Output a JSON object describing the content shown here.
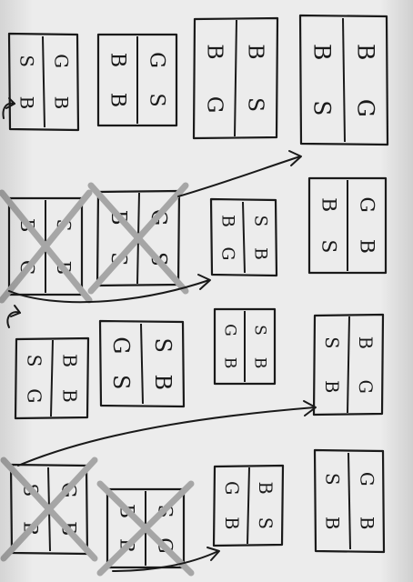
{
  "ink_color": "#1a1a1a",
  "pencil_color": "#a6a6a6",
  "paper_color": "#ececec",
  "rotation_deg": 90,
  "cards": [
    {
      "id": "r0c0",
      "cells": [
        [
          "S",
          "B"
        ],
        [
          "G",
          "B"
        ]
      ],
      "crossed": false
    },
    {
      "id": "r0c1",
      "cells": [
        [
          "B",
          "B"
        ],
        [
          "G",
          "S"
        ]
      ],
      "crossed": false
    },
    {
      "id": "r0c2",
      "cells": [
        [
          "B",
          "G"
        ],
        [
          "B",
          "S"
        ]
      ],
      "crossed": false
    },
    {
      "id": "r0c3",
      "cells": [
        [
          "B",
          "S"
        ],
        [
          "B",
          "G"
        ]
      ],
      "crossed": false
    },
    {
      "id": "r1c0",
      "cells": [
        [
          "B",
          "G"
        ],
        [
          "S",
          "B"
        ]
      ],
      "crossed": true
    },
    {
      "id": "r1c1",
      "cells": [
        [
          "B",
          "S"
        ],
        [
          "G",
          "S"
        ]
      ],
      "crossed": true
    },
    {
      "id": "r1c2",
      "cells": [
        [
          "B",
          "G"
        ],
        [
          "S",
          "B"
        ]
      ],
      "crossed": false
    },
    {
      "id": "r1c3",
      "cells": [
        [
          "B",
          "S"
        ],
        [
          "G",
          "B"
        ]
      ],
      "crossed": false
    },
    {
      "id": "r2c0",
      "cells": [
        [
          "S",
          "G"
        ],
        [
          "B",
          "B"
        ]
      ],
      "crossed": false
    },
    {
      "id": "r2c1",
      "cells": [
        [
          "G",
          "S"
        ],
        [
          "S",
          "B"
        ]
      ],
      "crossed": false
    },
    {
      "id": "r2c2",
      "cells": [
        [
          "G",
          "B"
        ],
        [
          "S",
          "B"
        ]
      ],
      "crossed": false
    },
    {
      "id": "r2c3",
      "cells": [
        [
          "S",
          "B"
        ],
        [
          "B",
          "G"
        ]
      ],
      "crossed": false
    },
    {
      "id": "r3c0",
      "cells": [
        [
          "S",
          "B"
        ],
        [
          "G",
          "B"
        ]
      ],
      "crossed": true
    },
    {
      "id": "r3c1",
      "cells": [
        [
          "B",
          "B"
        ],
        [
          "S",
          "G"
        ]
      ],
      "crossed": true
    },
    {
      "id": "r3c2",
      "cells": [
        [
          "G",
          "B"
        ],
        [
          "B",
          "S"
        ]
      ],
      "crossed": false
    },
    {
      "id": "r3c3",
      "cells": [
        [
          "S",
          "B"
        ],
        [
          "G",
          "B"
        ]
      ],
      "crossed": false
    }
  ]
}
